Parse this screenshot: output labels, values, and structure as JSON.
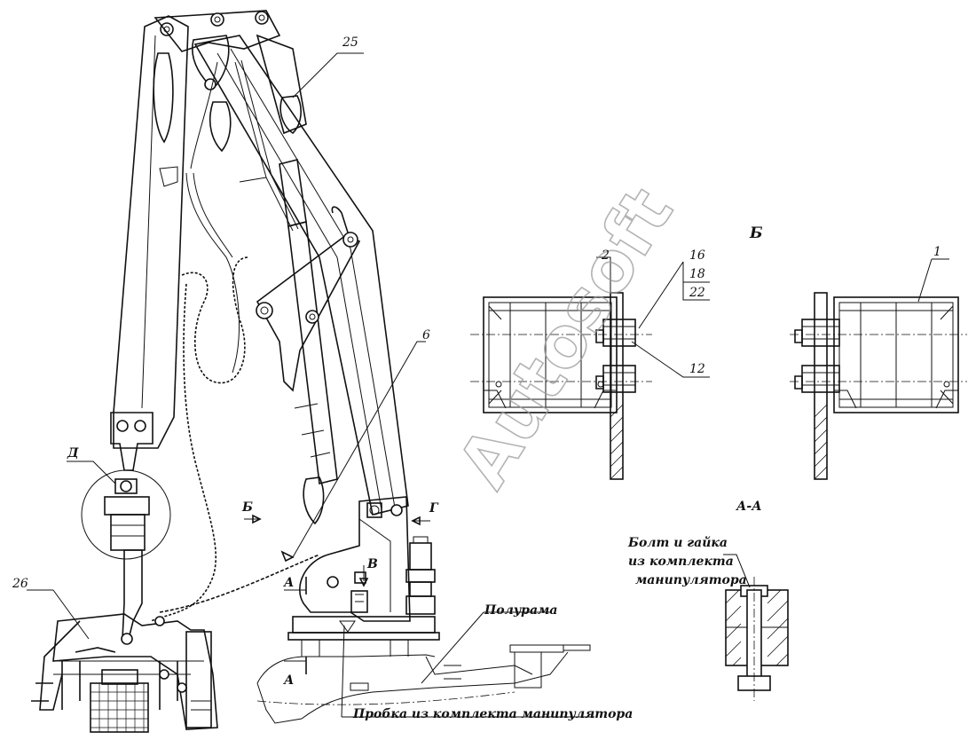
{
  "watermark": "Autosoft",
  "callouts": {
    "c25": "25",
    "c26": "26",
    "c6": "6",
    "c2": "2",
    "c16": "16",
    "c18": "18",
    "c22": "22",
    "c12": "12",
    "c1": "1"
  },
  "views": {
    "d": "Д",
    "b_arrow": "Б",
    "g_arrow": "Г",
    "v_arrow": "В",
    "a_top": "А",
    "a_bottom": "А",
    "b_view_title": "Б",
    "section_aa": "А-А"
  },
  "notes": {
    "poluramA": "Полурама",
    "probka": "Пробка из комплекта манипулятора",
    "bolt_line1": "Болт и гайка",
    "bolt_line2": "из комплекта",
    "bolt_line3": "манипулятора"
  }
}
